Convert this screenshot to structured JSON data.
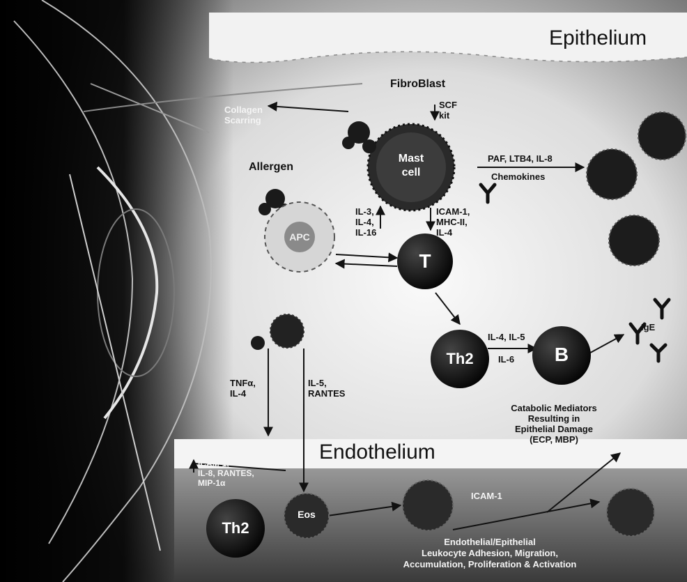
{
  "regions": {
    "epithelium": "Epithelium",
    "endothelium": "Endothelium"
  },
  "cells": {
    "fibroblast": "FibroBlast",
    "mast_line1": "Mast",
    "mast_line2": "cell",
    "apc": "APC",
    "t": "T",
    "th2_upper": "Th2",
    "b": "B",
    "ige": "IgE",
    "th2_lower": "Th2",
    "eos": "Eos"
  },
  "labels": {
    "collagen": "Collagen",
    "scarring": "Scarring",
    "scf": "SCF",
    "kit": "kit",
    "allergen": "Allergen",
    "paf": "PAF, LTB4, IL-8",
    "chemokines": "Chemokines",
    "t_up_1": "IL-3,",
    "t_up_2": "IL-4,",
    "t_up_3": "IL-16",
    "t_down_1": "ICAM-1,",
    "t_down_2": "MHC-II,",
    "t_down_3": "IL-4",
    "th2_b_top": "IL-4, IL-5",
    "th2_b_bottom": "IL-6",
    "tnf_1": "TNFα,",
    "tnf_2": "IL-4",
    "il5_1": "IL-5,",
    "il5_2": "RANTES",
    "catabolic_1": "Catabolic Mediators",
    "catabolic_2": "Resulting in",
    "catabolic_3": "Epithelial Damage",
    "catabolic_4": "(ECP, MBP)",
    "icam_left_1": "ICAM-1,",
    "icam_left_2": "IL-8, RANTES,",
    "icam_left_3": "MIP-1α",
    "icam_right": "ICAM-1",
    "bottom_1": "Endothelial/Epithelial",
    "bottom_2": "Leukocyte Adhesion, Migration,",
    "bottom_3": "Accumulation, Proliferation & Activation"
  }
}
